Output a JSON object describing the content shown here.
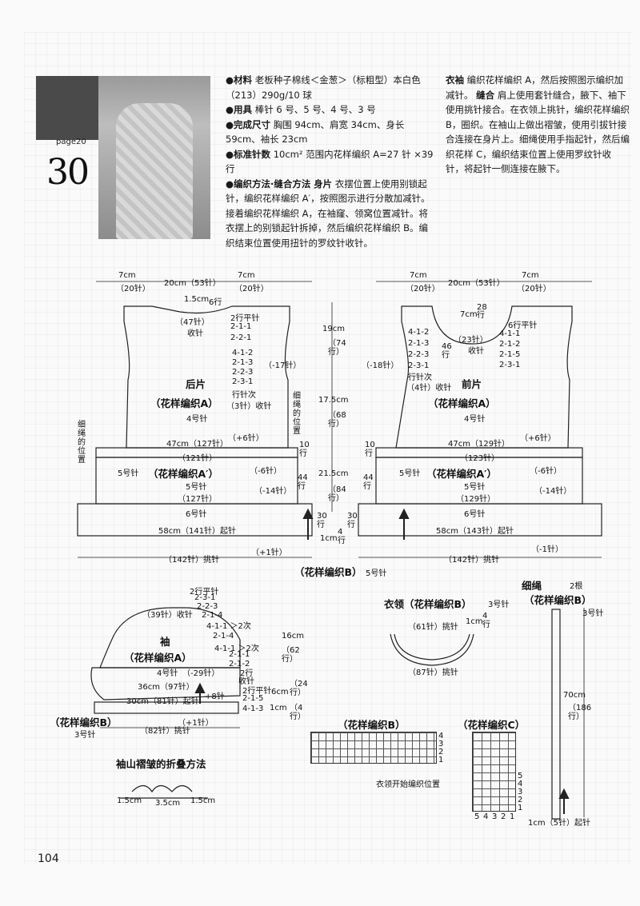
{
  "header": {
    "page_label": "page20",
    "pattern_number": "30"
  },
  "text": {
    "materials_h": "●材料",
    "materials": "老板种子棉线＜金葱＞（标粗型）本白色（213）290g/10 球",
    "tools_h": "●用具",
    "tools": "棒针 6 号、5 号、4 号、3 号",
    "size_h": "●完成尺寸",
    "size": "胸围 94cm、肩宽 34cm、身长 59cm、袖长 23cm",
    "gauge_h": "●标准针数",
    "gauge": "10cm² 范围内花样编织 A=27 针 ×39 行",
    "method_h": "●编织方法·缝合方法",
    "body_h": "身片",
    "body": "衣摆位置上使用别锁起针，编织花样编织 A′，按照图示进行分散加减针。接着编织花样编织 A，在袖窿、领窝位置减针。将衣摆上的别锁起针拆掉，然后编织花样编织 B。编织结束位置使用扭针的罗纹针收针。",
    "sleeve_h": "衣袖",
    "sleeve": "编织花样编织 A，然后按照图示编织加减针。",
    "seam_h": "缝合",
    "seam": "肩上使用套针缝合，腋下、袖下使用挑针接合。在衣领上挑针，编织花样编织 B，圈织。在袖山上做出褶皱，使用引拔针接合连接在身片上。细绳使用手指起针，然后编织花样 C，编织结束位置上使用罗纹针收针，将起针一侧连接在腋下。"
  },
  "back": {
    "title": "后片",
    "pattern": "（花样编织A）",
    "needle": "4号针",
    "pattern2": "（花样编织A′）",
    "needle2": "5号针",
    "needle3": "6号针",
    "w_side": "7cm",
    "w_side_st": "（20针）",
    "w_mid": "20cm（53针）",
    "neck": "1.5cm",
    "neck_rows": "6行",
    "neck_st": "（47针）",
    "bind": "收针",
    "dec1": [
      "2行平针",
      "2-1-1",
      "2-2-1"
    ],
    "dec2": [
      "4-1-2",
      "2-1-3",
      "2-2-3",
      "2-3-1",
      "行针次"
    ],
    "dec_total": "（-17针）",
    "dec_bind": "（3针）收针",
    "cord_label": "细绳的位置",
    "w47": "47cm（127针）",
    "plus6": "（+6针）",
    "st121": "（121针）",
    "m6": "（-6针）",
    "m14": "（-14针）",
    "st127": "（127针）",
    "w58": "58cm（141针）起针",
    "plus1": "（+1针）",
    "pick": "（142针）挑针",
    "cord_pos": "细绳的位置"
  },
  "front": {
    "title": "前片",
    "pattern": "（花样编织A）",
    "needle": "4号针",
    "pattern2": "（花样编织A′）",
    "needle2": "5号针",
    "needle3": "6号针",
    "w_side": "7cm",
    "w_side_st": "（20针）",
    "w_mid": "20cm（53针）",
    "neck_cm": "7cm",
    "neck_rows": "28行",
    "neck_st": "（23针）",
    "bind": "收针",
    "rows6": "6行平针",
    "dec_left": [
      "4-1-2",
      "2-1-3",
      "2-2-3",
      "2-3-1",
      "行针次"
    ],
    "dec_left_bind": "（4针）收针",
    "rows46": "46行",
    "dec_right": [
      "4-1-1",
      "2-1-2",
      "2-1-5",
      "2-3-1"
    ],
    "dec_total": "（-18针）",
    "w47": "47cm（129针）",
    "plus6": "（+6针）",
    "st123": "（123针）",
    "m6": "（-6针）",
    "m14": "（-14针）",
    "st129": "（129针）",
    "w58": "58cm（143针）起针",
    "minus1": "（-1针）",
    "pick": "（142针）挑针"
  },
  "dims": {
    "d19": "19cm",
    "r74": "（74行）",
    "d17": "17.5cm",
    "r68": "（68行）",
    "d21": "21.5cm",
    "r84": "（84行）",
    "r10": "10行",
    "r44": "44行",
    "r30": "30行",
    "r4": "4行",
    "d1": "1cm"
  },
  "hem": {
    "label": "（花样编织B）",
    "needle": "5号针"
  },
  "sleeve": {
    "title": "袖",
    "pattern": "（花样编织A）",
    "needle": "4号针",
    "minus29": "（-29针）",
    "top_st": "（39针）收针",
    "cap": [
      "2行平针",
      "2-3-1",
      "2-2-3",
      "2-1-4",
      "4-1-1 ＞2次",
      "2-1-4",
      "4-1-1 ＞2次",
      "2-1-1",
      "2-1-2",
      "2行",
      "收针"
    ],
    "right": [
      "2行平针",
      "2-1-5",
      "4-1-3"
    ],
    "d16": "16cm",
    "r62": "（62行）",
    "d6": "6cm",
    "r24": "（24行）",
    "d1": "1cm",
    "r4": "（4行）",
    "w36": "36cm（97针）",
    "plus8": "+8针",
    "w30": "30cm（81针）起针",
    "plus1": "（+1针）",
    "pick": "（82针）挑针",
    "b_label": "（花样编织B）",
    "b_needle": "3号针",
    "times": "次"
  },
  "fold": {
    "title": "袖山褶皱的折叠方法",
    "a": "1.5cm",
    "b": "3.5cm",
    "c": "1.5cm"
  },
  "collar": {
    "title": "衣领（花样编织B）",
    "needle": "3号针",
    "pick61": "（61针）挑针",
    "d1": "1cm",
    "r4": "4行",
    "pick87": "（87针）挑针"
  },
  "cord": {
    "title": "细绳",
    "count": "2根",
    "pattern": "（花样编织B）",
    "needle": "3号针",
    "d70": "70cm",
    "r186": "（186行）",
    "cast": "1cm（5针）起针"
  },
  "charts": {
    "b_title": "（花样编织B）",
    "c_title": "（花样编织C）",
    "b_note": "衣领开始编织位置",
    "b_rows": [
      "4",
      "3",
      "2",
      "1"
    ],
    "c_cols": [
      "5",
      "4",
      "3",
      "2",
      "1"
    ],
    "c_rows": [
      "5",
      "4",
      "3",
      "2",
      "1"
    ]
  },
  "page_number": "104"
}
